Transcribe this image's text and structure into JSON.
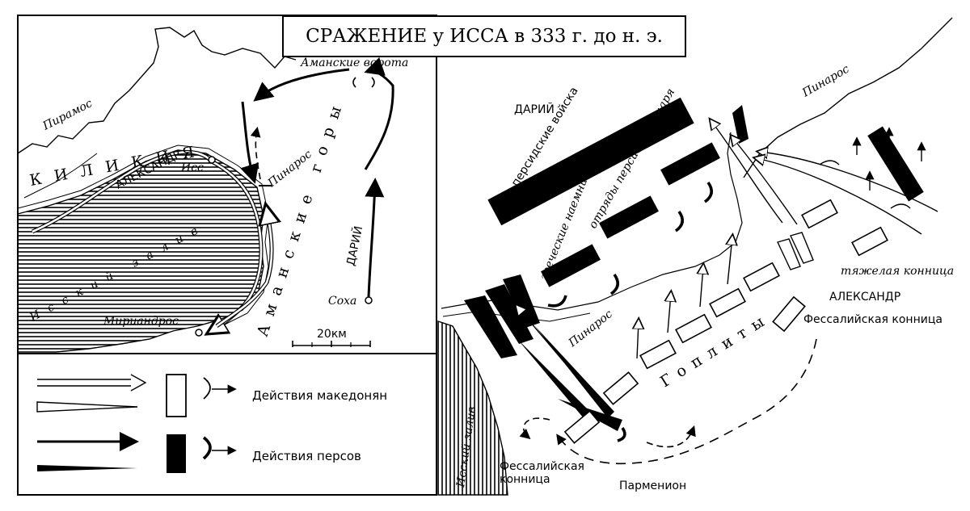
{
  "title": "СРАЖЕНИЕ у ИССА в 333 г. до н. э.",
  "overview_map": {
    "labels": {
      "piramos": "Пирамос",
      "kilikiya": "КИЛИКИЯ",
      "aleksandr": "АЛЕКСАНДР",
      "iss": "Исс",
      "pinaros": "Пинарос",
      "isskiy_zaliv": "Исский залив",
      "amanskie_vorota": "Аманские ворота",
      "amanskie_gory": "Аманские горы",
      "amanskie_mountains_lower": "Аманские",
      "dariy": "ДАРИЙ",
      "sokha": "Соха",
      "miriandros": "Мириандрос"
    },
    "scale": "20км"
  },
  "legend": {
    "macedonians": "Действия македонян",
    "persians": "Действия персов"
  },
  "battle_map": {
    "labels": {
      "dariy": "ДАРИЙ",
      "persian_troops": "персидские войска",
      "royal_units": "отряды персидского царя",
      "greek_mercenaries": "греческие наемники",
      "pinaros_river_top": "Пинарос",
      "pinaros_river_mid": "Пинарос",
      "heavy_cavalry": "тяжелая конница",
      "aleksandr": "АЛЕКСАНДР",
      "thessalian_cavalry_right": "Фессалийская конница",
      "hoplites": "Гоплиты",
      "isskiy_zaliv": "Исский залив",
      "thessalian_cavalry_left_1": "Фессалийская",
      "thessalian_cavalry_left_2": "конница",
      "parmenion": "Парменион"
    }
  }
}
